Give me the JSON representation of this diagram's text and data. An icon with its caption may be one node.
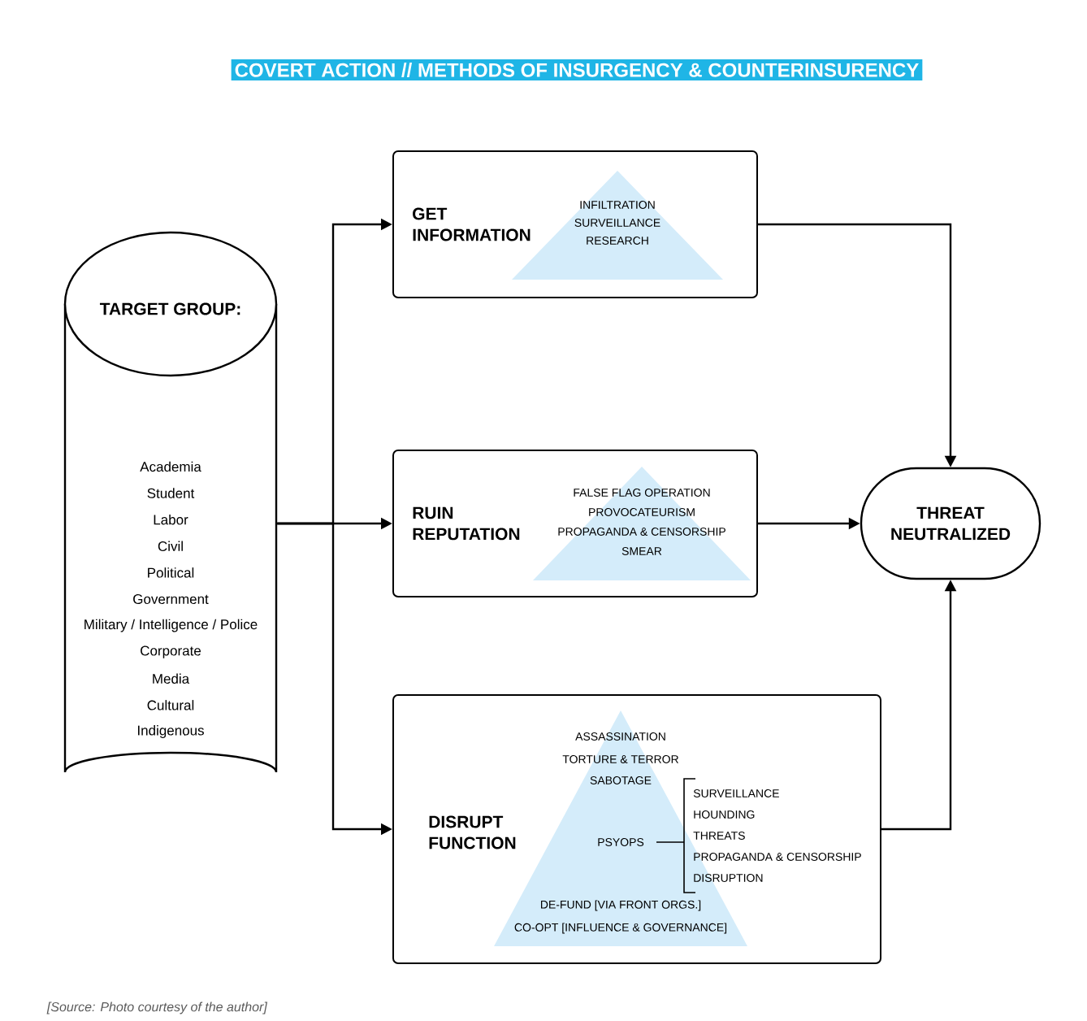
{
  "diagram": {
    "title": "COVERT ACTION // METHODS OF INSURGENCY & COUNTERINSURENCY",
    "caption": "[Source: Photo courtesy of the author]",
    "nodes": [
      {
        "text": [
          "TARGET GROUP:",
          "Academia",
          "Student",
          "Labor",
          "Civil",
          "Political",
          "Government",
          "Military / Intelligence / Police",
          "Corporate",
          "Media",
          "Cultural",
          "Indigenous"
        ]
      },
      {
        "text": [
          "GET INFORMATION",
          "INFILTRATION",
          "SURVEILLANCE",
          "RESEARCH"
        ]
      },
      {
        "text": [
          "RUIN REPUTATION",
          "FALSE FLAG OPERATION",
          "PROVOCATEURISM",
          "PROPAGANDA & CENSORSHIP",
          "SMEAR"
        ]
      },
      {
        "text": [
          "DISRUPT FUNCTION",
          "ASSASSINATION",
          "TORTURE & TERROR",
          "SABOTAGE",
          "PSYOPS",
          "SURVEILLANCE",
          "HOUNDING",
          "THREATS",
          "PROPAGANDA & CENSORSHIP",
          "DISRUPTION",
          "DE-FUND [VIA FRONT ORGS.]",
          "CO-OPT [INFLUENCE & GOVERNANCE]"
        ]
      },
      {
        "text": [
          "THREAT NEUTRALIZED"
        ]
      }
    ],
    "edges": [
      {
        "from": 0,
        "to": 1,
        "arrow": "to"
      },
      {
        "from": 0,
        "to": 2,
        "arrow": "to"
      },
      {
        "from": 0,
        "to": 3,
        "arrow": "to"
      },
      {
        "from": 1,
        "to": 4,
        "arrow": "to"
      },
      {
        "from": 2,
        "to": 4,
        "arrow": "to"
      },
      {
        "from": 3,
        "to": 4,
        "arrow": "to"
      }
    ]
  }
}
